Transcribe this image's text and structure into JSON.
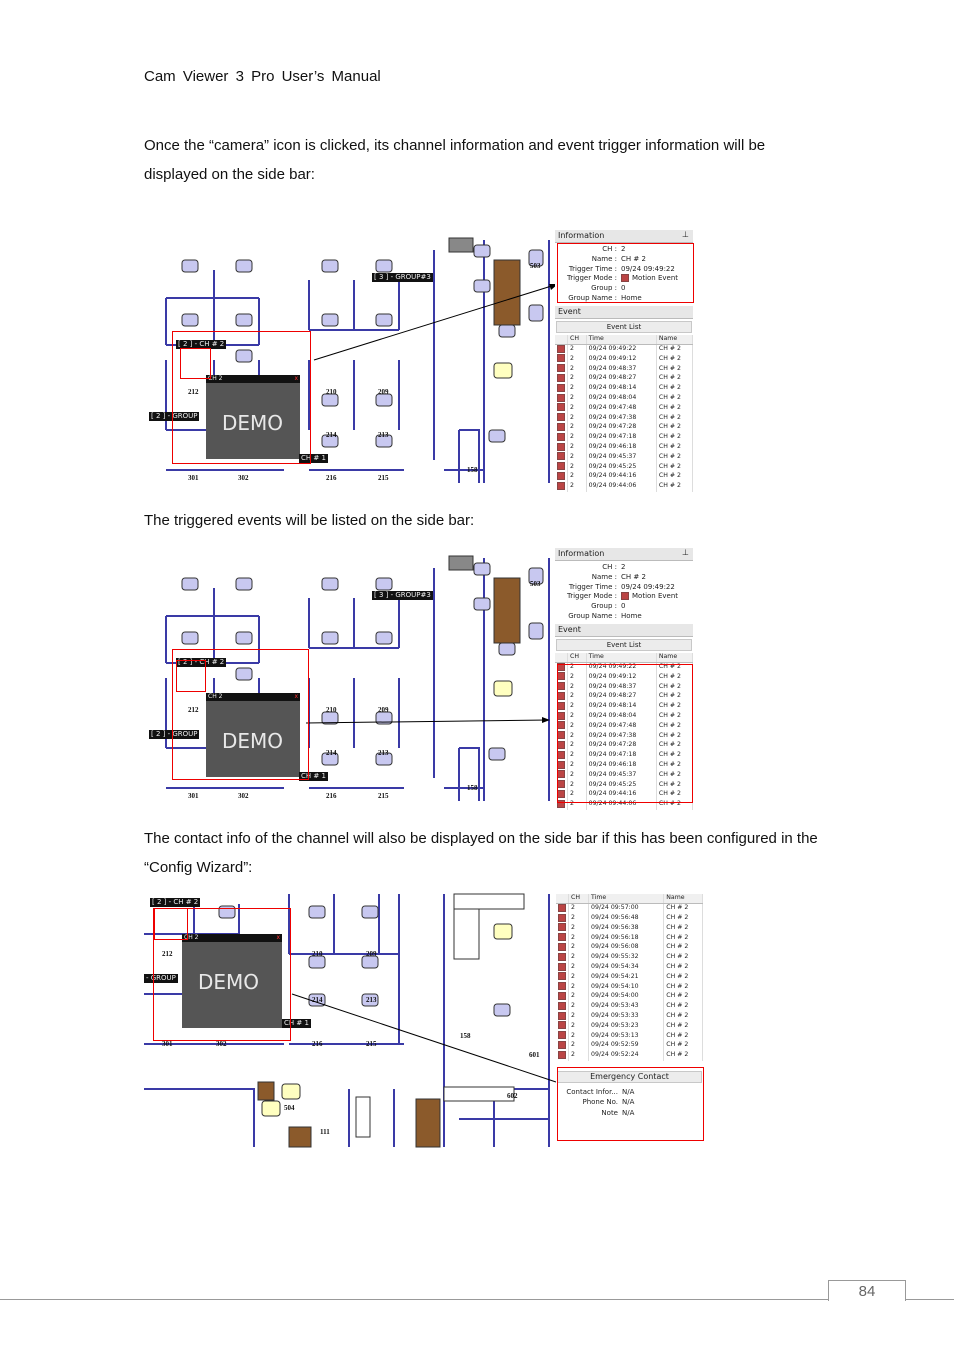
{
  "header": {
    "title": "Cam  Viewer  3  Pro  User’s  Manual"
  },
  "paragraphs": {
    "p1": "Once the “camera” icon is clicked, its channel information and event trigger information will be displayed on the side bar:",
    "p2": "The triggered events will be listed on the side bar:",
    "p3": "The contact info of the channel will also be displayed on the side bar if this has been configured in the “Config Wizard”:"
  },
  "map": {
    "group3_label": "[ 3 ] - GROUP#3",
    "ch2_label": "[ 2 ] - CH # 2",
    "group_label": "[ 2 ] - GROUP",
    "group_label_short": "- GROUP",
    "video_title": "CH 2",
    "video_close": "x",
    "video_watermark": "DEMO",
    "ch1_chip": "CH # 1",
    "rooms": {
      "r503": "503",
      "r212": "212",
      "r210": "210",
      "r209": "209",
      "r214": "214",
      "r213": "213",
      "r301": "301",
      "r302": "302",
      "r216": "216",
      "r215": "215",
      "r158": "158",
      "r601": "601",
      "r602": "602",
      "r504": "504",
      "r111": "111"
    }
  },
  "information": {
    "title": "Information",
    "ch_label": "CH :",
    "ch": "2",
    "name_label": "Name :",
    "name": "CH # 2",
    "trigger_time_label": "Trigger Time :",
    "trigger_time": "09/24 09:49:22",
    "trigger_mode_label": "Trigger Mode :",
    "trigger_mode": "Motion Event",
    "group_label": "Group :",
    "group": "0",
    "group_name_label": "Group Name :",
    "group_name": "Home"
  },
  "event": {
    "title": "Event",
    "list_title": "Event List",
    "columns": [
      "CH",
      "Time",
      "Name"
    ],
    "rows": [
      [
        "2",
        "09/24 09:49:22",
        "CH # 2"
      ],
      [
        "2",
        "09/24 09:49:12",
        "CH # 2"
      ],
      [
        "2",
        "09/24 09:48:37",
        "CH # 2"
      ],
      [
        "2",
        "09/24 09:48:27",
        "CH # 2"
      ],
      [
        "2",
        "09/24 09:48:14",
        "CH # 2"
      ],
      [
        "2",
        "09/24 09:48:04",
        "CH # 2"
      ],
      [
        "2",
        "09/24 09:47:48",
        "CH # 2"
      ],
      [
        "2",
        "09/24 09:47:38",
        "CH # 2"
      ],
      [
        "2",
        "09/24 09:47:28",
        "CH # 2"
      ],
      [
        "2",
        "09/24 09:47:18",
        "CH # 2"
      ],
      [
        "2",
        "09/24 09:46:18",
        "CH # 2"
      ],
      [
        "2",
        "09/24 09:45:37",
        "CH # 2"
      ],
      [
        "2",
        "09/24 09:45:25",
        "CH # 2"
      ],
      [
        "2",
        "09/24 09:44:16",
        "CH # 2"
      ],
      [
        "2",
        "09/24 09:44:06",
        "CH # 2"
      ]
    ],
    "rows3": [
      [
        "2",
        "09/24 09:57:00",
        "CH # 2"
      ],
      [
        "2",
        "09/24 09:56:48",
        "CH # 2"
      ],
      [
        "2",
        "09/24 09:56:38",
        "CH # 2"
      ],
      [
        "2",
        "09/24 09:56:18",
        "CH # 2"
      ],
      [
        "2",
        "09/24 09:56:08",
        "CH # 2"
      ],
      [
        "2",
        "09/24 09:55:32",
        "CH # 2"
      ],
      [
        "2",
        "09/24 09:54:34",
        "CH # 2"
      ],
      [
        "2",
        "09/24 09:54:21",
        "CH # 2"
      ],
      [
        "2",
        "09/24 09:54:10",
        "CH # 2"
      ],
      [
        "2",
        "09/24 09:54:00",
        "CH # 2"
      ],
      [
        "2",
        "09/24 09:53:43",
        "CH # 2"
      ],
      [
        "2",
        "09/24 09:53:33",
        "CH # 2"
      ],
      [
        "2",
        "09/24 09:53:23",
        "CH # 2"
      ],
      [
        "2",
        "09/24 09:53:13",
        "CH # 2"
      ],
      [
        "2",
        "09/24 09:52:59",
        "CH # 2"
      ],
      [
        "2",
        "09/24 09:52:24",
        "CH # 2"
      ]
    ]
  },
  "emergency": {
    "title": "Emergency Contact",
    "contact_label": "Contact Infor... ",
    "contact": "N/A",
    "phone_label": "Phone No. ",
    "phone": "N/A",
    "note_label": "Note ",
    "note": "N/A"
  },
  "page_number": "84",
  "colors": {
    "wall": "#3a3aa6",
    "desk": "#8b5a2b",
    "highlight": "#e00000"
  }
}
